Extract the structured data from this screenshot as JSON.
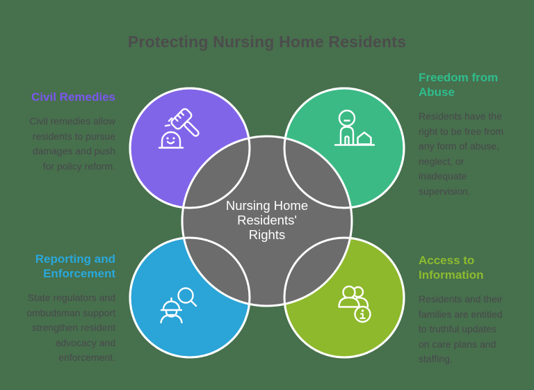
{
  "background_color": "#47704D",
  "title": "Protecting Nursing Home Residents",
  "title_color": "#4C4C4C",
  "body_text_color": "#48484C",
  "stroke_color": "#FFFFFF",
  "center_circle": {
    "label": "Nursing Home\nResidents'\nRights",
    "fill": "#6C6C6C",
    "text_color": "#FFFFFF"
  },
  "sections": {
    "civil_remedies": {
      "heading": "Civil Remedies",
      "heading_color": "#7A57F0",
      "body": "Civil remedies allow\nresidents to pursue\ndamages and push\nfor policy reform.",
      "circle_fill": "#8165E9",
      "icon": "gavel-justice-icon"
    },
    "freedom_from_abuse": {
      "heading": "Freedom from\nAbuse",
      "heading_color": "#2FBD8D",
      "body": "Residents have the\nright to be free from\nany form of abuse,\nneglect, or\ninadequate\nsupervision.",
      "circle_fill": "#3CBA85",
      "icon": "person-home-icon"
    },
    "reporting_enforcement": {
      "heading": "Reporting and\nEnforcement",
      "heading_color": "#29A8DC",
      "body": "State regulators and\nombudsman support\nstrengthen resident\nadvocacy and\nenforcement.",
      "circle_fill": "#2BA4D7",
      "icon": "inspector-magnifier-icon"
    },
    "access_information": {
      "heading": "Access to\nInformation",
      "heading_color": "#8DBB2F",
      "body": "Residents and their\nfamilies are entitled\nto truthful updates\non care plans and\nstaffing.",
      "circle_fill": "#8EB92C",
      "icon": "people-info-icon"
    }
  }
}
